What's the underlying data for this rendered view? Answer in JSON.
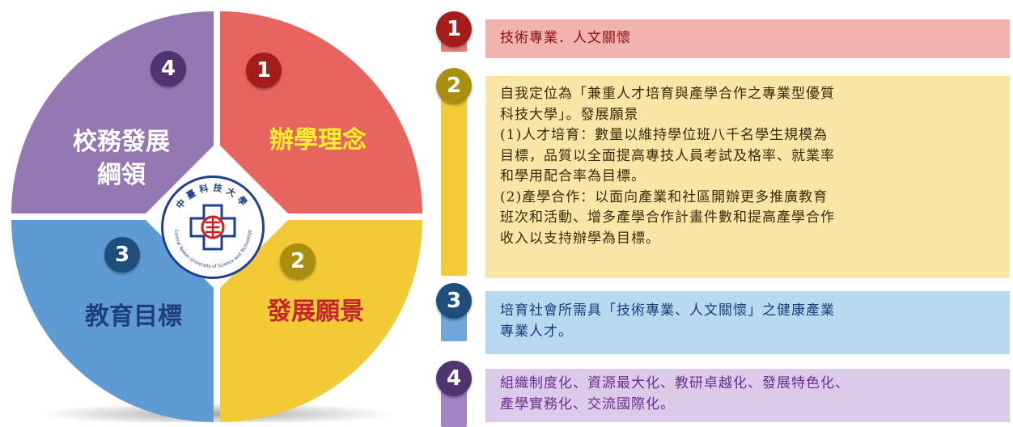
{
  "wheel": {
    "quadrants": [
      {
        "id": "1",
        "title": "辦學理念",
        "color": "#e8655f",
        "text_color": "#ffef2e",
        "badge_color": "#a51d1b"
      },
      {
        "id": "2",
        "title": "發展願景",
        "color": "#f3c935",
        "text_color": "#c1272d",
        "badge_color": "#a8900e"
      },
      {
        "id": "3",
        "title": "教育目標",
        "color": "#5f9bd3",
        "text_color": "#1e3f7a",
        "badge_color": "#1e4f7c"
      },
      {
        "id": "4",
        "title": "校務發展綱領",
        "title_lines": [
          "校務發展",
          "綱領"
        ],
        "color": "#9478b2",
        "text_color": "#ffffff",
        "badge_color": "#4f3470"
      }
    ],
    "logo_text": "中臺科技大學",
    "logo_english": "Central Taiwan University of Science and Technology"
  },
  "items": [
    {
      "num": "1",
      "badge_color": "#a51d1b",
      "stem_color": "#e77a76",
      "box_color": "#f2b3ae",
      "text_color": "#8a1111",
      "lines": [
        "技術專業．人文關懷"
      ]
    },
    {
      "num": "2",
      "badge_color": "#a8900e",
      "stem_color": "#f2cb36",
      "box_color": "#f9e6a6",
      "text_color": "#3a2a0a",
      "lines": [
        "自我定位為「兼重人才培育與產學合作之專業型優質",
        "科技大學」。發展願景",
        "(1)人才培育：數量以維持學位班八千名學生規模為",
        "目標，品質以全面提高專技人員考試及格率、就業率",
        "和學用配合率為目標。",
        "(2)產學合作：以面向產業和社區開辦更多推廣教育",
        "班次和活動、增多產學合作計畫件數和提高產學合作",
        "收入以支持辦學為目標。"
      ]
    },
    {
      "num": "3",
      "badge_color": "#1e4f7c",
      "stem_color": "#6ea7d8",
      "box_color": "#b8d8ef",
      "text_color": "#173e7a",
      "lines": [
        "培育社會所需具「技術專業、人文關懷」之健康產業",
        "專業人才。"
      ]
    },
    {
      "num": "4",
      "badge_color": "#4f3470",
      "stem_color": "#a584c6",
      "box_color": "#dccbe8",
      "text_color": "#6b2e92",
      "lines": [
        "組織制度化、資源最大化、教研卓越化、發展特色化、",
        "產學實務化、交流國際化。"
      ]
    }
  ]
}
